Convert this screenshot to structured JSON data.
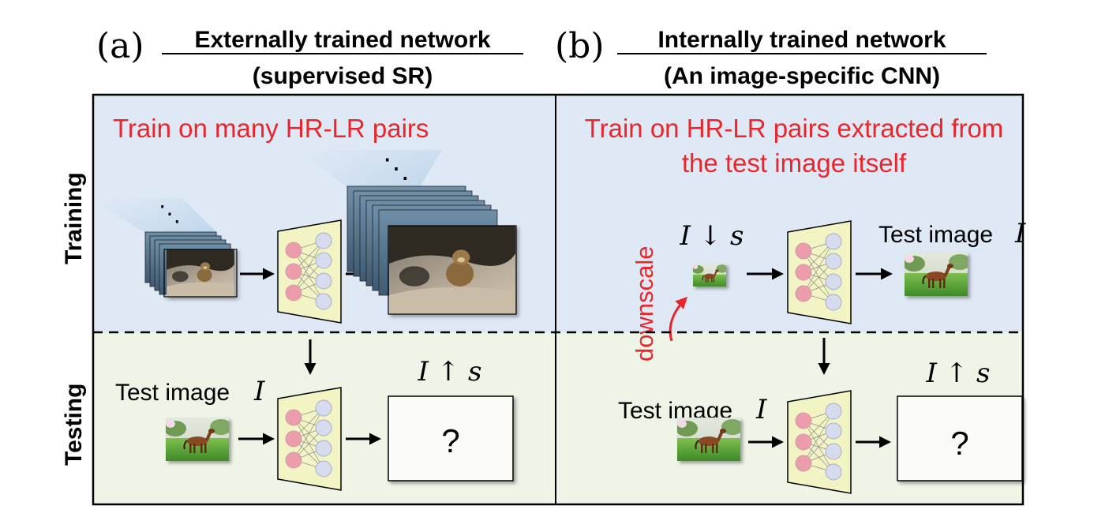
{
  "panel_a": {
    "letter": "(a)",
    "title_line1": "Externally trained network",
    "title_line2": "(supervised SR)",
    "caption": "Train on many HR-LR pairs",
    "test_label": "Test image",
    "test_var": "I",
    "output_label": "I ↑ s",
    "output_symbol": "?"
  },
  "panel_b": {
    "letter": "(b)",
    "title_line1": "Internally trained network",
    "title_line2": "(An image-specific CNN)",
    "caption_line1": "Train on HR-LR pairs extracted from",
    "caption_line2": "the test image itself",
    "downscaled_label": "I ↓ s",
    "downscale_arrow_label": "downscale",
    "train_target_label": "Test image",
    "train_target_var": "I",
    "test_label": "Test image",
    "test_var": "I",
    "output_label": "I ↑ s",
    "output_symbol": "?"
  },
  "rows": {
    "training": "Training",
    "testing": "Testing"
  },
  "ellipsis": "⋱",
  "colors": {
    "training_bg": "#dfe9f5",
    "testing_bg": "#eef5e6",
    "caption_red": "#e8262b",
    "network_fill": "#f3f4c4",
    "node_pink": "#ec9cab",
    "node_blue": "#d6dbee"
  }
}
